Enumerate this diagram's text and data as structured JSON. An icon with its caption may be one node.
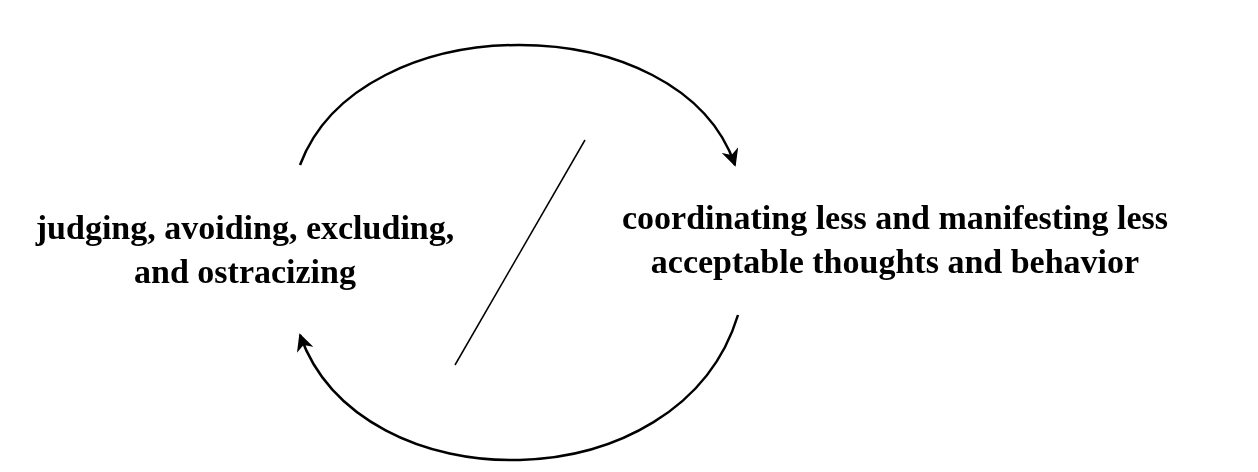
{
  "diagram": {
    "nodes": [
      {
        "text": [
          "judging, avoiding, excluding, and ostracizing"
        ]
      },
      {
        "text": [
          "coordinating less and manifesting less acceptable thoughts and behavior"
        ]
      }
    ],
    "edges": [
      {
        "from": 0,
        "to": 1,
        "arrow": "to"
      },
      {
        "from": 1,
        "to": 0,
        "arrow": "to"
      }
    ]
  }
}
